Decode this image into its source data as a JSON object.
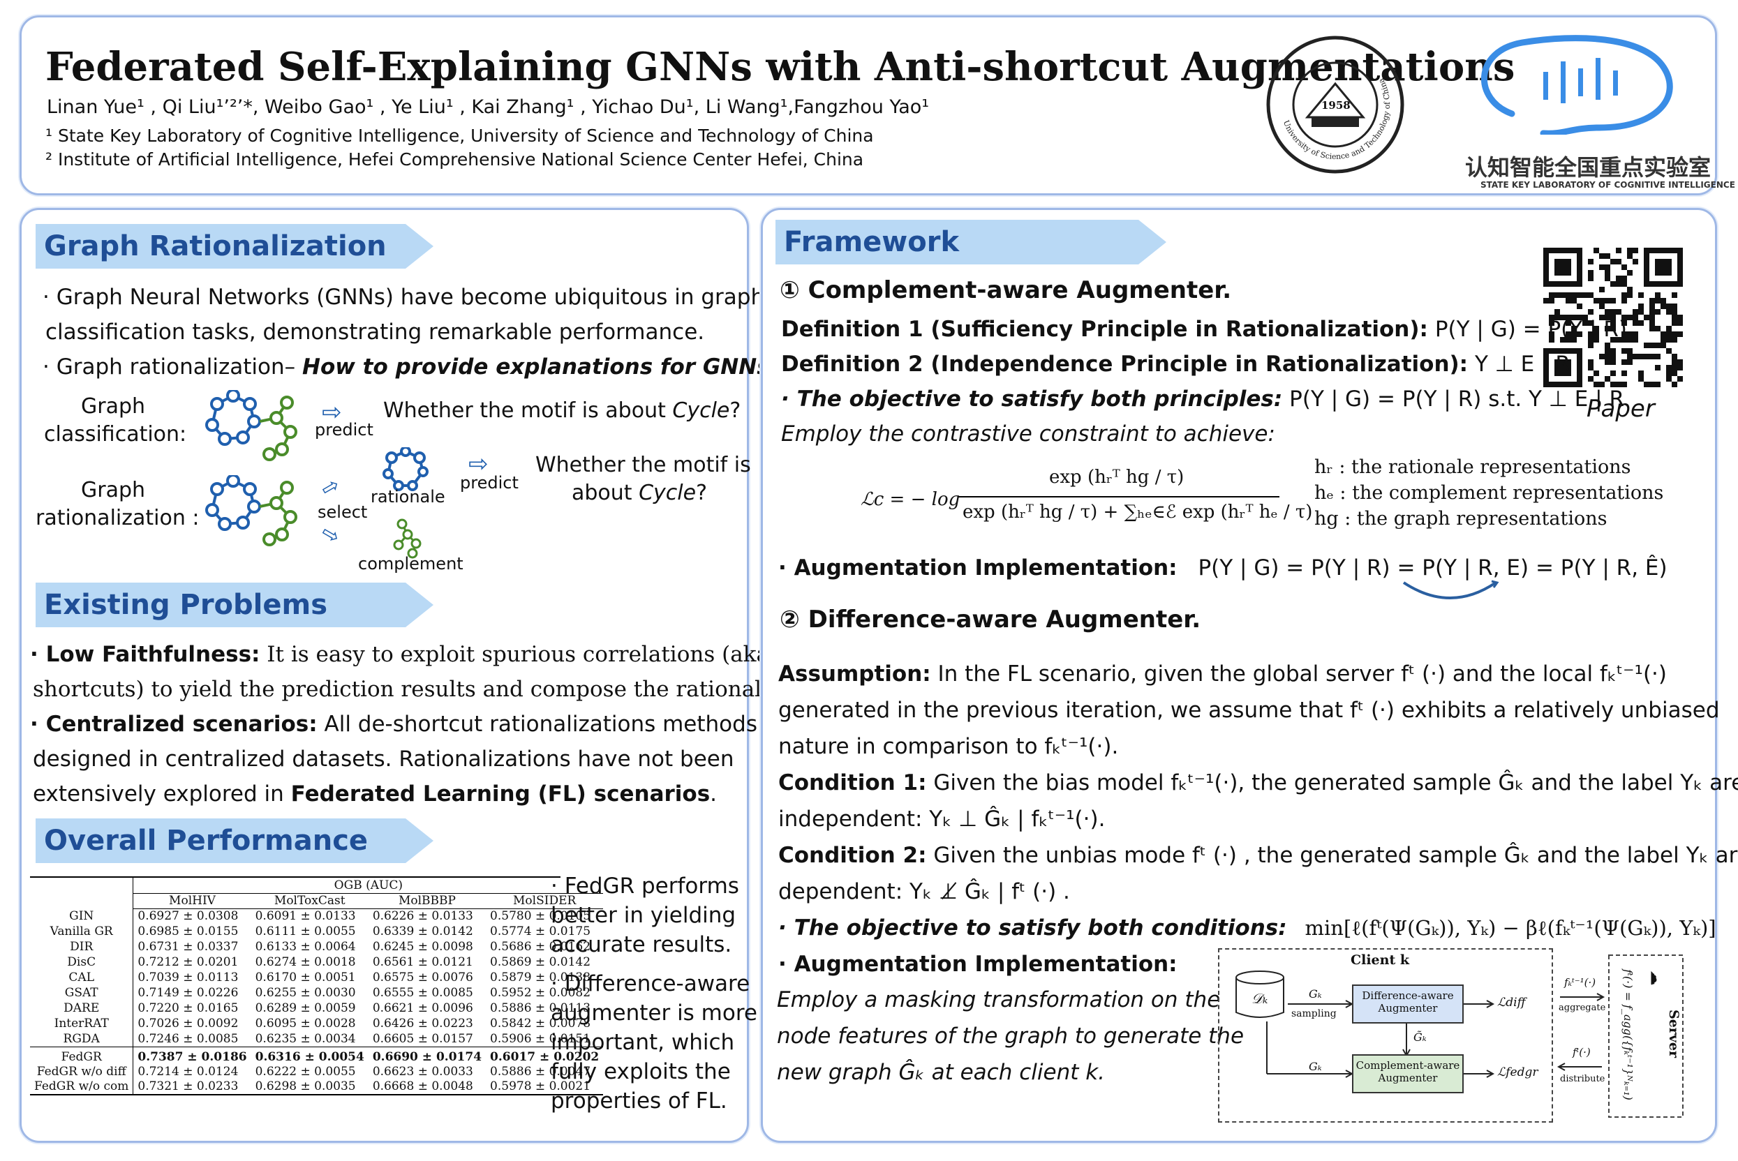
{
  "header": {
    "title": "Federated Self-Explaining GNNs with Anti-shortcut Augmentations",
    "authors": "Linan Yue¹ , Qi Liu¹ʼ²ʼ*, Weibo Gao¹ , Ye Liu¹ , Kai Zhang¹ , Yichao Du¹, Li Wang¹,Fangzhou Yao¹",
    "affil1": "¹ State Key Laboratory of Cognitive Intelligence, University of Science and Technology of China",
    "affil2": "² Institute of Artificial Intelligence, Hefei Comprehensive National Science Center Hefei, China",
    "ustc_year": "1958",
    "ustc_ring": "University of Science and Technology of China",
    "lab_cn": "认知智能全国重点实验室",
    "lab_en": "STATE KEY LABORATORY OF COGNITIVE INTELLIGENCE"
  },
  "rationalization": {
    "heading": "Graph Rationalization",
    "bullet1_a": "·  Graph Neural Networks (GNNs) have become ubiquitous in graph",
    "bullet1_b": "classification tasks, demonstrating remarkable performance.",
    "bullet2_a": "· Graph rationalization– ",
    "bullet2_b": "How to provide explanations for GNNs?",
    "cls_label_1": "Graph",
    "cls_label_2": "classification:",
    "predict": "predict",
    "question1_a": "Whether the motif is about ",
    "cycle": "Cycle",
    "question_end": "?",
    "rat_label_1": "Graph",
    "rat_label_2": "rationalization :",
    "select": "select",
    "rationale": "rationale",
    "complement": "complement",
    "question2_a": "Whether the motif is",
    "question2_b": "about "
  },
  "problems": {
    "heading": "Existing Problems",
    "p1_head": "Low Faithfulness:",
    "p1_a": " It is easy to exploit spurious correlations (aka.,",
    "p1_b": "shortcuts) to yield the prediction results and compose the rationales.",
    "p2_head": "Centralized scenarios:",
    "p2_a": " All de-shortcut rationalizations methods are",
    "p2_b": "designed in centralized datasets. Rationalizations have not been",
    "p2_c": "extensively explored in ",
    "p2_d": "Federated Learning (FL) scenarios",
    "p2_e": "."
  },
  "performance": {
    "heading": "Overall Performance",
    "group_header": "OGB (AUC)",
    "columns": [
      "MolHIV",
      "MolToxCast",
      "MolBBBP",
      "MolSIDER"
    ],
    "rows": [
      {
        "name": "GIN",
        "values": [
          "0.6927 ± 0.0308",
          "0.6091 ± 0.0133",
          "0.6226 ± 0.0133",
          "0.5780 ± 0.0105"
        ]
      },
      {
        "name": "Vanilla GR",
        "values": [
          "0.6985 ± 0.0155",
          "0.6111 ± 0.0055",
          "0.6339 ± 0.0142",
          "0.5774 ± 0.0175"
        ]
      },
      {
        "name": "DIR",
        "values": [
          "0.6731 ± 0.0337",
          "0.6133 ± 0.0064",
          "0.6245 ± 0.0098",
          "0.5686 ± 0.0162"
        ]
      },
      {
        "name": "DisC",
        "values": [
          "0.7212 ± 0.0201",
          "0.6274 ± 0.0018",
          "0.6561 ± 0.0121",
          "0.5869 ± 0.0142"
        ]
      },
      {
        "name": "CAL",
        "values": [
          "0.7039 ± 0.0113",
          "0.6170 ± 0.0051",
          "0.6575 ± 0.0076",
          "0.5879 ± 0.0138"
        ]
      },
      {
        "name": "GSAT",
        "values": [
          "0.7149 ± 0.0226",
          "0.6255 ± 0.0030",
          "0.6555 ± 0.0085",
          "0.5952 ± 0.0082"
        ]
      },
      {
        "name": "DARE",
        "values": [
          "0.7220 ± 0.0165",
          "0.6289 ± 0.0059",
          "0.6621 ± 0.0096",
          "0.5886 ± 0.0113"
        ]
      },
      {
        "name": "InterRAT",
        "values": [
          "0.7026 ± 0.0092",
          "0.6095 ± 0.0028",
          "0.6426 ± 0.0223",
          "0.5842 ± 0.0078"
        ]
      },
      {
        "name": "RGDA",
        "values": [
          "0.7246 ± 0.0085",
          "0.6235 ± 0.0034",
          "0.6605 ± 0.0157",
          "0.5906 ± 0.0151"
        ]
      },
      {
        "name": "FedGR",
        "values": [
          "0.7387 ± 0.0186",
          "0.6316 ± 0.0054",
          "0.6690 ± 0.0174",
          "0.6017 ± 0.0202"
        ]
      },
      {
        "name": "FedGR w/o diff",
        "values": [
          "0.7214 ± 0.0124",
          "0.6222 ± 0.0055",
          "0.6623 ± 0.0033",
          "0.5886 ± 0.0047"
        ]
      },
      {
        "name": "FedGR w/o com",
        "values": [
          "0.7321 ± 0.0233",
          "0.6298 ± 0.0035",
          "0.6668 ± 0.0048",
          "0.5978 ± 0.0021"
        ]
      }
    ],
    "note1_lines": [
      "· FedGR performs",
      "better in yielding",
      "accurate results."
    ],
    "note2_lines": [
      "· Difference-aware",
      "augmenter is more",
      "important, which",
      "fully exploits the",
      "properties  of FL."
    ]
  },
  "framework": {
    "heading": "Framework",
    "qr_caption": "Paper",
    "s1_title": "① Complement-aware Augmenter.",
    "def1_head": "Definition 1 (Sufficiency Principle in Rationalization):",
    "def1_eq": "P(Y | G) = P(Y | R)",
    "def2_head": "Definition 2 (Independence Principle in Rationalization):",
    "def2_eq": "Y ⊥ E | R",
    "obj1_head": "· The objective to satisfy both principles:",
    "obj1_eq": " P(Y | G) = P(Y | R)   s.t.  Y ⊥ E | R",
    "contrastive": "Employ the contrastive constraint to achieve:",
    "loss_lhs": "ℒc = − log",
    "loss_num": "exp (hᵣᵀ hg / τ)",
    "loss_den": "exp (hᵣᵀ hg / τ) + ∑ₕₑ∈ℰ exp (hᵣᵀ hₑ / τ)",
    "hr_def": "hᵣ : the rationale representations",
    "he_def": "hₑ : the complement representations",
    "hg_def": "hg : the graph representations",
    "aug1_head": "· Augmentation Implementation:",
    "aug1_eq": "P(Y | G) = P(Y | R) = P(Y | R, E) = P(Y | R, Ê)",
    "s2_title": "② Difference-aware Augmenter.",
    "assump_head": "Assumption:",
    "assump_a": " In the FL scenario, given the global server fᵗ (·) and the local fₖᵗ⁻¹(·)",
    "assump_b": "generated in the previous iteration, we assume that fᵗ (·) exhibits a relatively unbiased",
    "assump_c": "nature in comparison  to fₖᵗ⁻¹(·).",
    "cond1_head": "Condition 1:",
    "cond1_a": " Given the bias model fₖᵗ⁻¹(·), the generated sample Ĝₖ and the label Yₖ are",
    "cond1_b": "independent: Yₖ ⊥ Ĝₖ | fₖᵗ⁻¹(·).",
    "cond2_head": "Condition 2:",
    "cond2_a": " Given the unbias mode fᵗ (·) , the generated sample Ĝₖ and the label Yₖ are",
    "cond2_b": "dependent: Yₖ ⊥̸ Ĝₖ | fᵗ (·) .",
    "obj2_head": "· The objective to satisfy both conditions:",
    "obj2_eq": "min[ℓ(fᵗ(Ψ(Gₖ)), Yₖ) − βℓ(fₖᵗ⁻¹(Ψ(Gₖ)), Yₖ)]",
    "aug2_head": "· Augmentation Implementation:",
    "aug2_lines": [
      "Employ a masking transformation on the",
      "node features of the graph to generate the",
      "new graph Ĝₖ at each client k."
    ],
    "diagram": {
      "client": "Client k",
      "dk": "𝒟ₖ",
      "gk_top": "Gₖ",
      "sampling": "sampling",
      "diff_aug": "Difference-aware Augmenter",
      "l_diff": "ℒdiff",
      "gk_tilde": "G̃ₖ",
      "gk_bottom": "Gₖ",
      "comp_aug": "Complement-aware Augmenter",
      "l_fedgr": "ℒfedgr",
      "f_prev": "fₖᵗ⁻¹(·)",
      "aggregate": "aggregate",
      "f_t": "fᵗ(·)",
      "distribute": "distribute",
      "server_eq": "fᵗ(·) = f_agg({fₖᵗ⁻¹}ᴺₖ₌₁)",
      "server": "Server"
    }
  }
}
